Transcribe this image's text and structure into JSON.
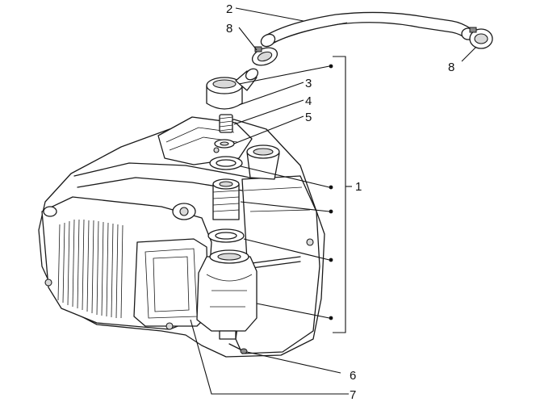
{
  "callouts": {
    "c1": "1",
    "c2": "2",
    "c3": "3",
    "c4": "4",
    "c5": "5",
    "c6": "6",
    "c7": "7",
    "c8a": "8",
    "c8b": "8"
  },
  "colors": {
    "line": "#1a1a1a",
    "background": "#ffffff",
    "shade": "#d9d9d9"
  }
}
